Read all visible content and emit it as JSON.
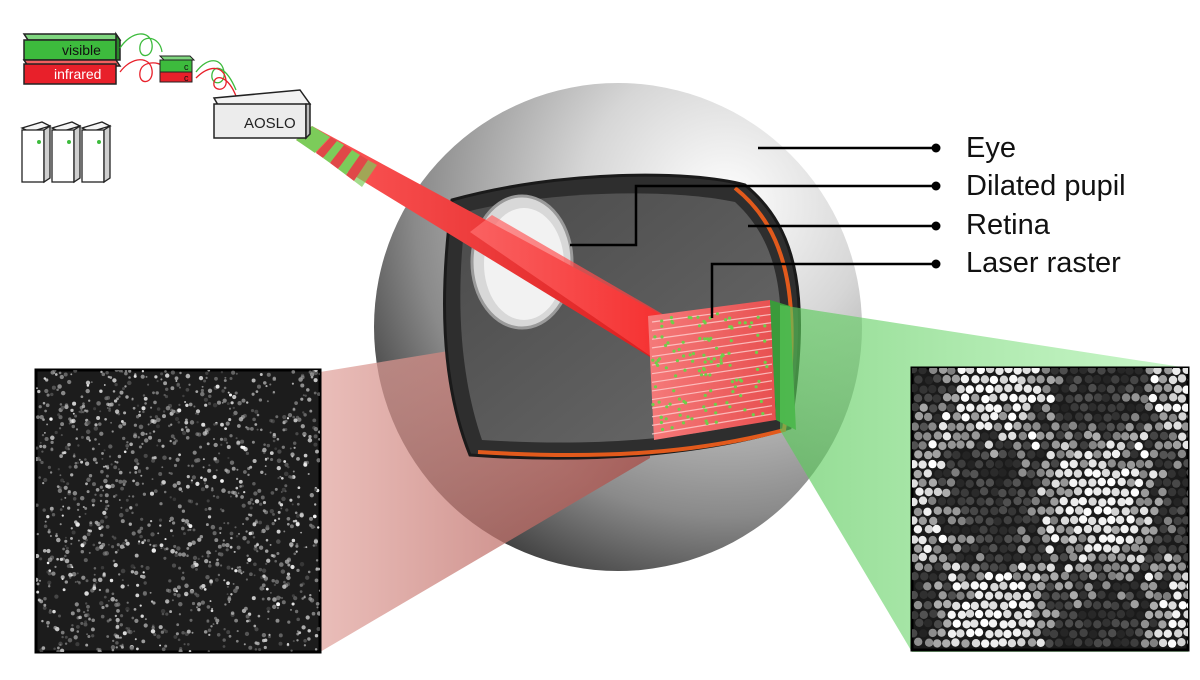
{
  "devices": {
    "visible_label": "visible",
    "infrared_label": "infrared",
    "aoslo_label": "AOSLO",
    "coupler_labels": [
      "c",
      "c"
    ]
  },
  "callouts": {
    "eye": "Eye",
    "dilated_pupil": "Dilated pupil",
    "retina": "Retina",
    "laser_raster": "Laser raster"
  },
  "icons": {
    "computer": "computer-tower-icon"
  },
  "colors": {
    "visible_green": "#3dbb3d",
    "infrared_red": "#e8202a",
    "beam_red": "#e52a2a",
    "retina_orange": "#e25a1c",
    "eye_gray": "#8a8a8a",
    "green_panel": "#7fe07f",
    "red_panel": "#d98f8a"
  }
}
